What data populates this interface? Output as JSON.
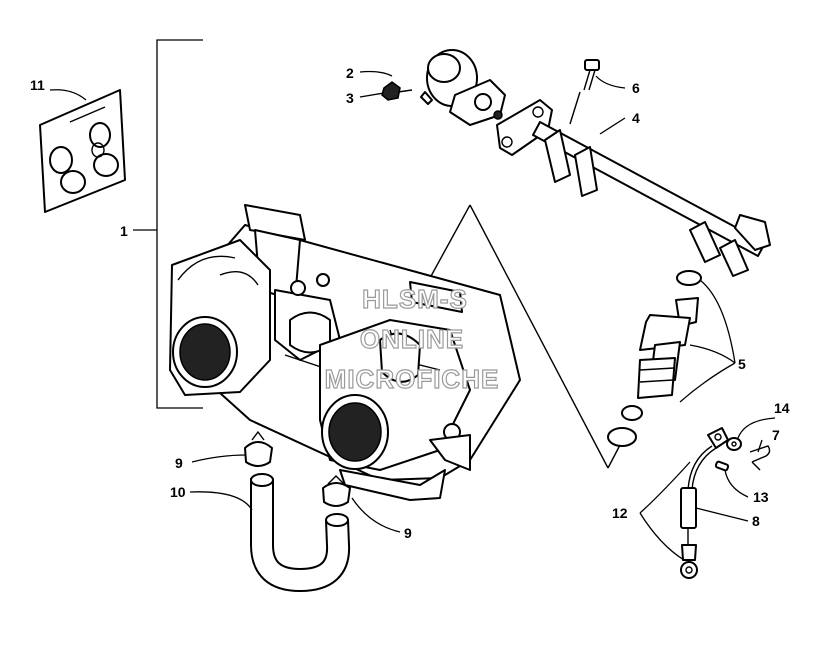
{
  "diagram": {
    "callouts": {
      "c1": "1",
      "c2": "2",
      "c3": "3",
      "c4": "4",
      "c5": "5",
      "c6": "6",
      "c7": "7",
      "c8": "8",
      "c9a": "9",
      "c9b": "9",
      "c10": "10",
      "c11": "11",
      "c12": "12",
      "c13": "13",
      "c14": "14"
    },
    "watermark": {
      "line1": "HLSM-S",
      "line2": "ONLINE",
      "line3": "MICROFICHE"
    }
  }
}
